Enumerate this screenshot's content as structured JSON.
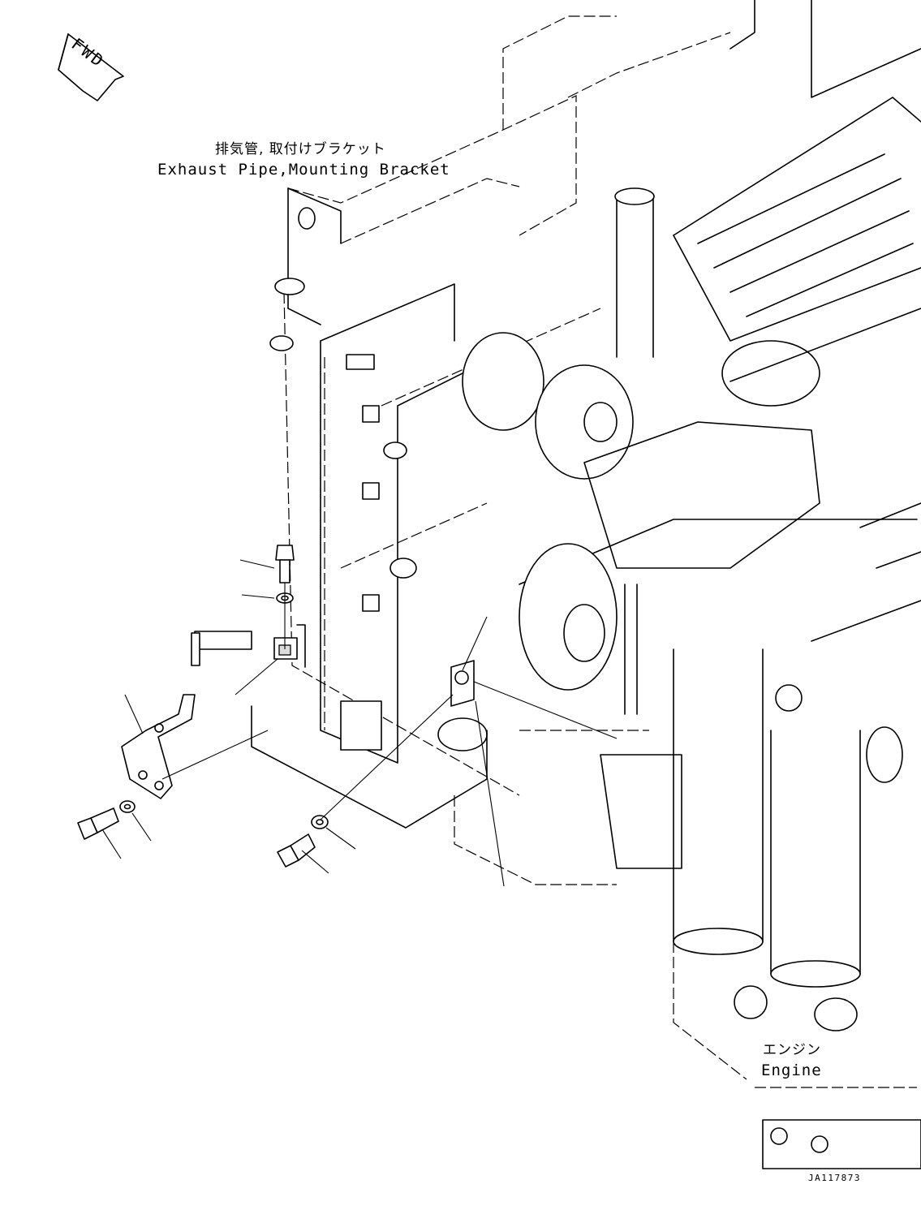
{
  "fwd_label": "FWD",
  "exhaust": {
    "japanese": "排気管, 取付けブラケット",
    "english": "Exhaust Pipe,Mounting Bracket"
  },
  "engine": {
    "japanese": "エンジン",
    "english": "Engine"
  },
  "drawing_code": "JA117873"
}
